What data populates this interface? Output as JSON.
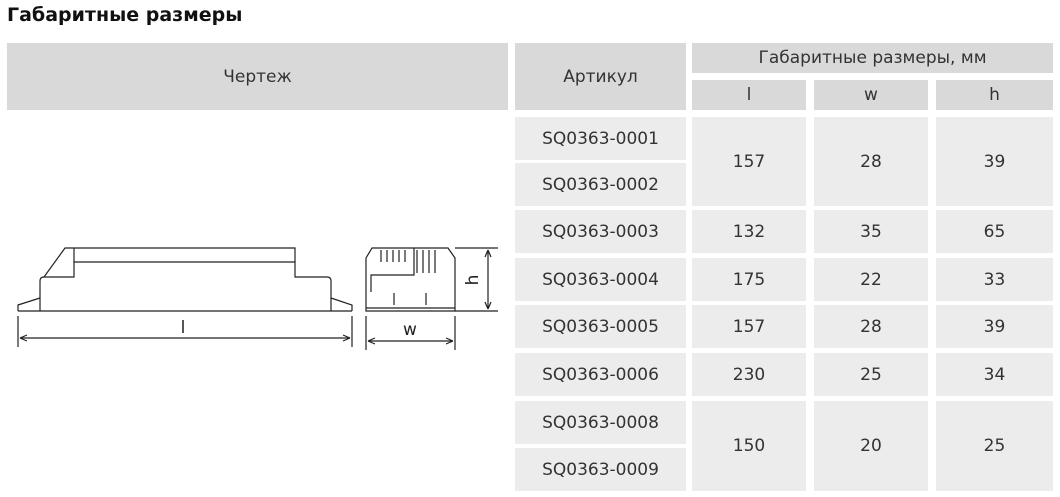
{
  "title": "Габаритные размеры",
  "headers": {
    "drawing": "Чертеж",
    "article": "Артикул",
    "dimensions": "Габаритные размеры, мм",
    "l": "l",
    "w": "w",
    "h": "h"
  },
  "drawing_labels": {
    "l": "l",
    "w": "w",
    "h": "h"
  },
  "articles": [
    "SQ0363-0001",
    "SQ0363-0002",
    "SQ0363-0003",
    "SQ0363-0004",
    "SQ0363-0005",
    "SQ0363-0006",
    "SQ0363-0008",
    "SQ0363-0009"
  ],
  "dims": [
    {
      "l": "157",
      "w": "28",
      "h": "39"
    },
    {
      "l": "132",
      "w": "35",
      "h": "65"
    },
    {
      "l": "175",
      "w": "22",
      "h": "33"
    },
    {
      "l": "157",
      "w": "28",
      "h": "39"
    },
    {
      "l": "230",
      "w": "25",
      "h": "34"
    },
    {
      "l": "150",
      "w": "20",
      "h": "25"
    }
  ]
}
